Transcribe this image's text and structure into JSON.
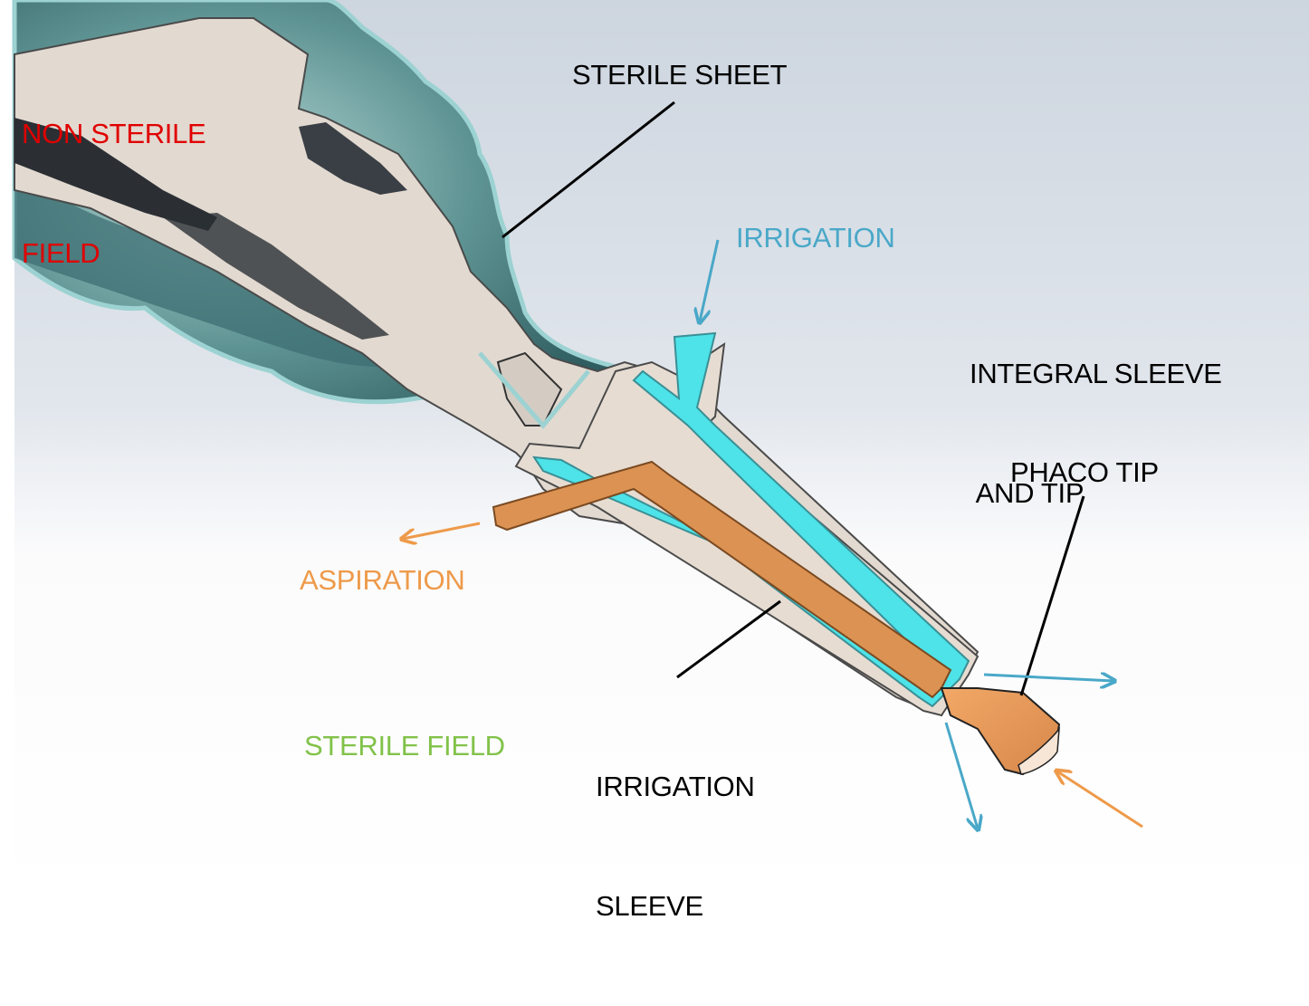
{
  "labels": {
    "non_sterile_field": {
      "line1": "NON STERILE",
      "line2": "FIELD"
    },
    "sterile_sheet": "STERILE SHEET",
    "irrigation": "IRRIGATION",
    "integral_sleeve": {
      "line1": "INTEGRAL SLEEVE",
      "line2": " AND TIP"
    },
    "phaco_tip": "PHACO TIP",
    "aspiration": "ASPIRATION",
    "irrigation_sleeve": {
      "line1": "IRRIGATION",
      "line2": "SLEEVE"
    },
    "sterile_field": "STERILE FIELD"
  },
  "colors": {
    "non_sterile_text": "#e00000",
    "irrigation": "#4aa8c8",
    "aspiration": "#ee9a4a",
    "sterile_text": "#82c24a",
    "leader": "#000000",
    "fluid_channel": "#4de3e8",
    "aspiration_channel": "#dc9252",
    "handpiece_body": "#e2d9d0",
    "drape": "#7fb0b0",
    "background_top": "#cdd5df"
  }
}
